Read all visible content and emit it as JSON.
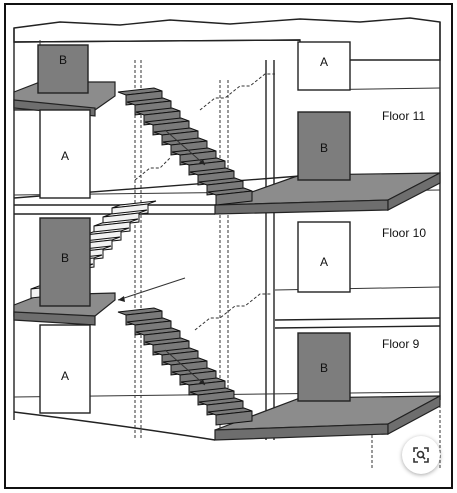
{
  "floors": [
    {
      "label": "Floor 11"
    },
    {
      "label": "Floor 10"
    },
    {
      "label": "Floor 9"
    }
  ],
  "doors": {
    "a": "A",
    "b": "B"
  },
  "icons": {
    "zoom": "zoom-search-icon"
  }
}
